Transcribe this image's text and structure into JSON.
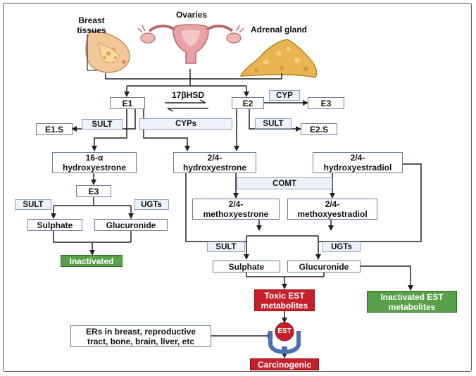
{
  "organs": {
    "breast": "Breast\ntissues",
    "ovaries": "Ovaries",
    "adrenal": "Adrenal gland"
  },
  "enzymes": {
    "hsd": "17βHSD",
    "cyp": "CYP",
    "cyps": "CYPs",
    "sult_left": "SULT",
    "sult_e2": "SULT",
    "sults_left": "SULT",
    "ugts_left": "UGTs",
    "comt": "COMT",
    "sult_right": "SULT",
    "ugts_right": "UGTs"
  },
  "nodes": {
    "e1": "E1",
    "e2": "E2",
    "e3_top": "E3",
    "e1s": "E1.S",
    "e2s": "E2.S",
    "hydroxyestrone16": "16-α\nhydroxyestrone",
    "hydroxyestrone24": "2/4-\nhydroxyestrone",
    "hydroxyestradiol24": "2/4-\nhydroxyestradiol",
    "e3_mid": "E3",
    "methoxyestrone": "2/4-\nmethoxyestrone",
    "methoxyestradiol": "2/4-\nmethoxyestradiol",
    "sulphate_left": "Sulphate",
    "glucuronide_left": "Glucuronide",
    "inactivated": "Inactivated",
    "sulphate_right": "Sulphate",
    "glucuronide_right": "Glucuronide",
    "toxic": "Toxic EST\nmetabolites",
    "inactivated_est": "Inactivated EST\nmetabolites",
    "ers": "ERs in breast, reproductive\ntract, bone, brain, liver, etc",
    "est": "EST",
    "carcinogenic": "Carcinogenic"
  },
  "colors": {
    "red": "#c8202a",
    "green": "#5aa04a",
    "receptor_blue": "#4a6fb3",
    "adrenal_orange": "#e8b552",
    "ovary_pink": "#e9a3a6",
    "breast_peach": "#f2c89b"
  }
}
